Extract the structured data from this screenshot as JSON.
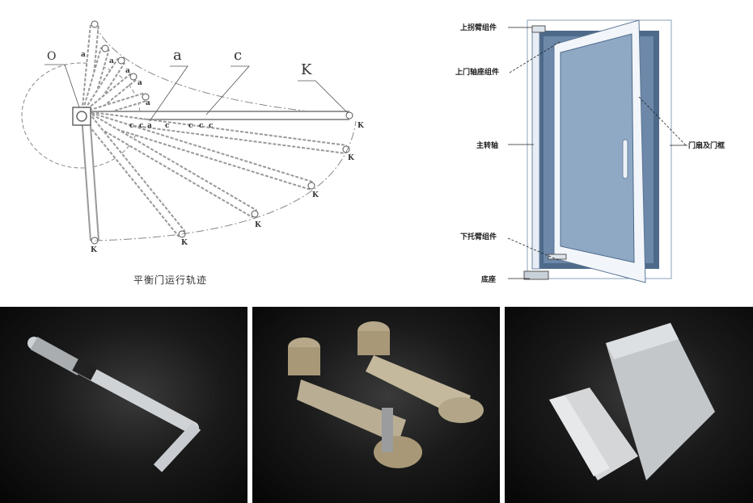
{
  "trajectory_diagram": {
    "caption": "平衡门运行轨迹",
    "big_labels": {
      "o": "O",
      "a": "a",
      "c": "c",
      "k": "K"
    },
    "small_a": [
      "a",
      "a",
      "a",
      "a",
      "a",
      "a"
    ],
    "small_c": [
      "c",
      "c",
      "c",
      "c",
      "c",
      "c"
    ],
    "small_k": [
      "K",
      "K",
      "K",
      "K",
      "K",
      "K"
    ]
  },
  "door_diagram": {
    "labels": {
      "upper_arm": "上拐臂组件",
      "upper_pivot_seat": "上门轴座组件",
      "main_shaft": "主转轴",
      "door_and_frame": "门扇及门框",
      "lower_arm": "下托臂组件",
      "base": "底座"
    },
    "colors": {
      "glass": "#8fa8c4",
      "frame": "#5b7594"
    }
  },
  "photos": [
    {
      "name": "main-shaft-photo"
    },
    {
      "name": "arm-assemblies-photo"
    },
    {
      "name": "aluminum-profiles-photo"
    }
  ]
}
